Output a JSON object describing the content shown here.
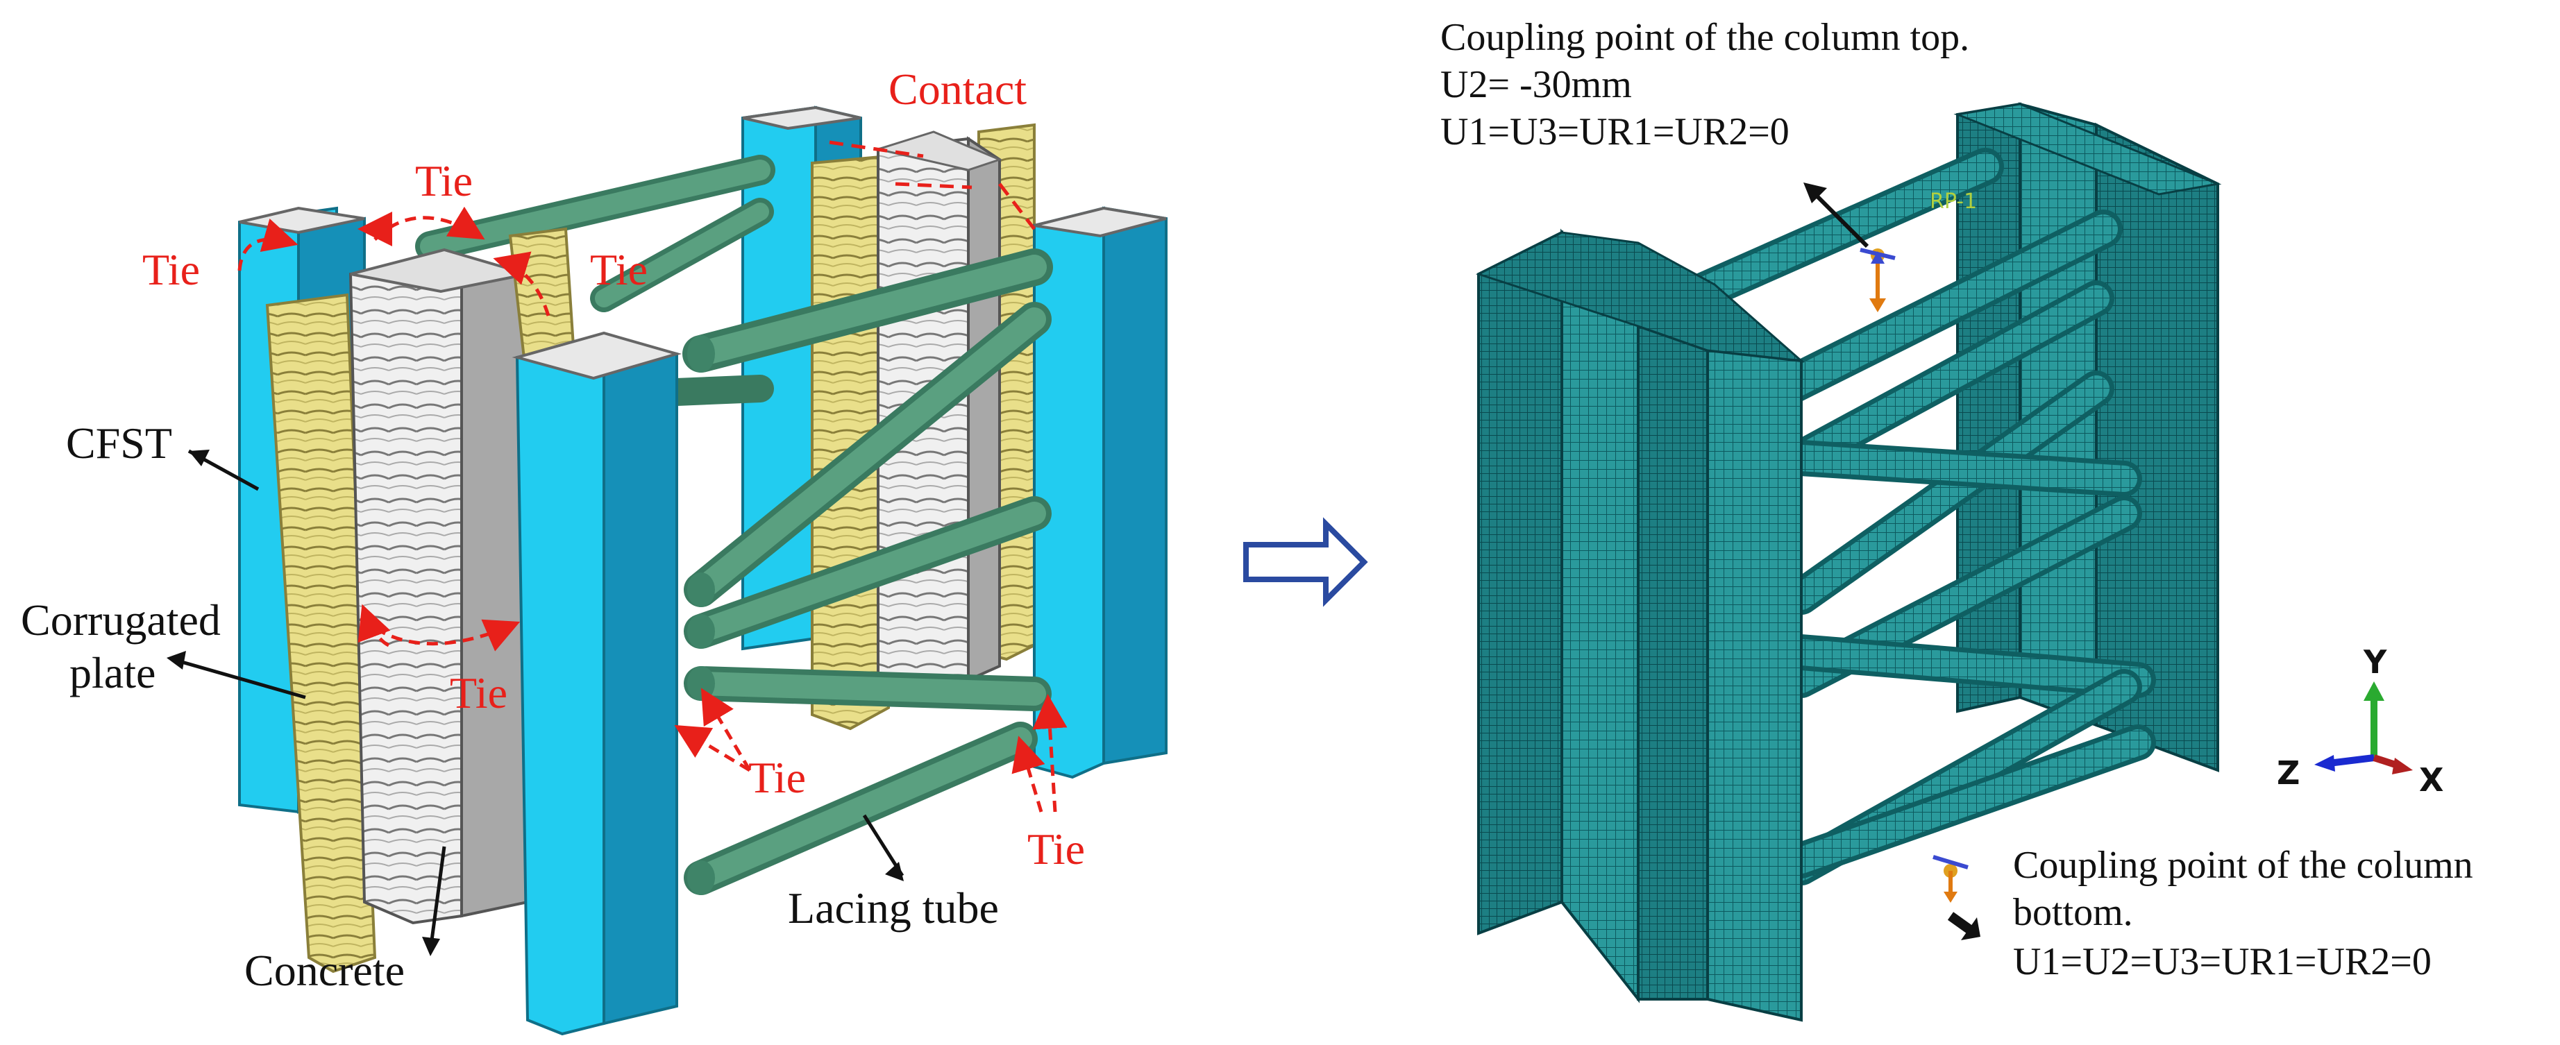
{
  "left_model": {
    "labels": {
      "cfst": "CFST",
      "corrugated_plate": "Corrugated\nplate",
      "concrete": "Concrete",
      "lacing_tube": "Lacing tube"
    },
    "constraints": {
      "tie": "Tie",
      "contact": "Contact"
    }
  },
  "arrow": {
    "icon": "hollow-right-arrow-icon"
  },
  "right_model": {
    "top_coupling": {
      "title": "Coupling point of the column top.",
      "line2": "U2= -30mm",
      "line3": "U1=U3=UR1=UR2=0"
    },
    "bottom_coupling": {
      "line1": "Coupling point of the column",
      "line2": "bottom.",
      "line3": "U1=U2=U3=UR1=UR2=0"
    },
    "reference_point": "RP-1",
    "triad": {
      "y": "Y",
      "z": "Z",
      "x": "X"
    }
  },
  "colors": {
    "cfst_column": "#22ccf0",
    "cfst_top": "#e8e8e8",
    "corrugated_plate": "#e8df86",
    "concrete": "#c9c9c9",
    "lacing_tube": "#4a8e72",
    "mesh": "#1f8a8e",
    "constraint": "#e8201a",
    "arrow": "#2a4aa0"
  }
}
